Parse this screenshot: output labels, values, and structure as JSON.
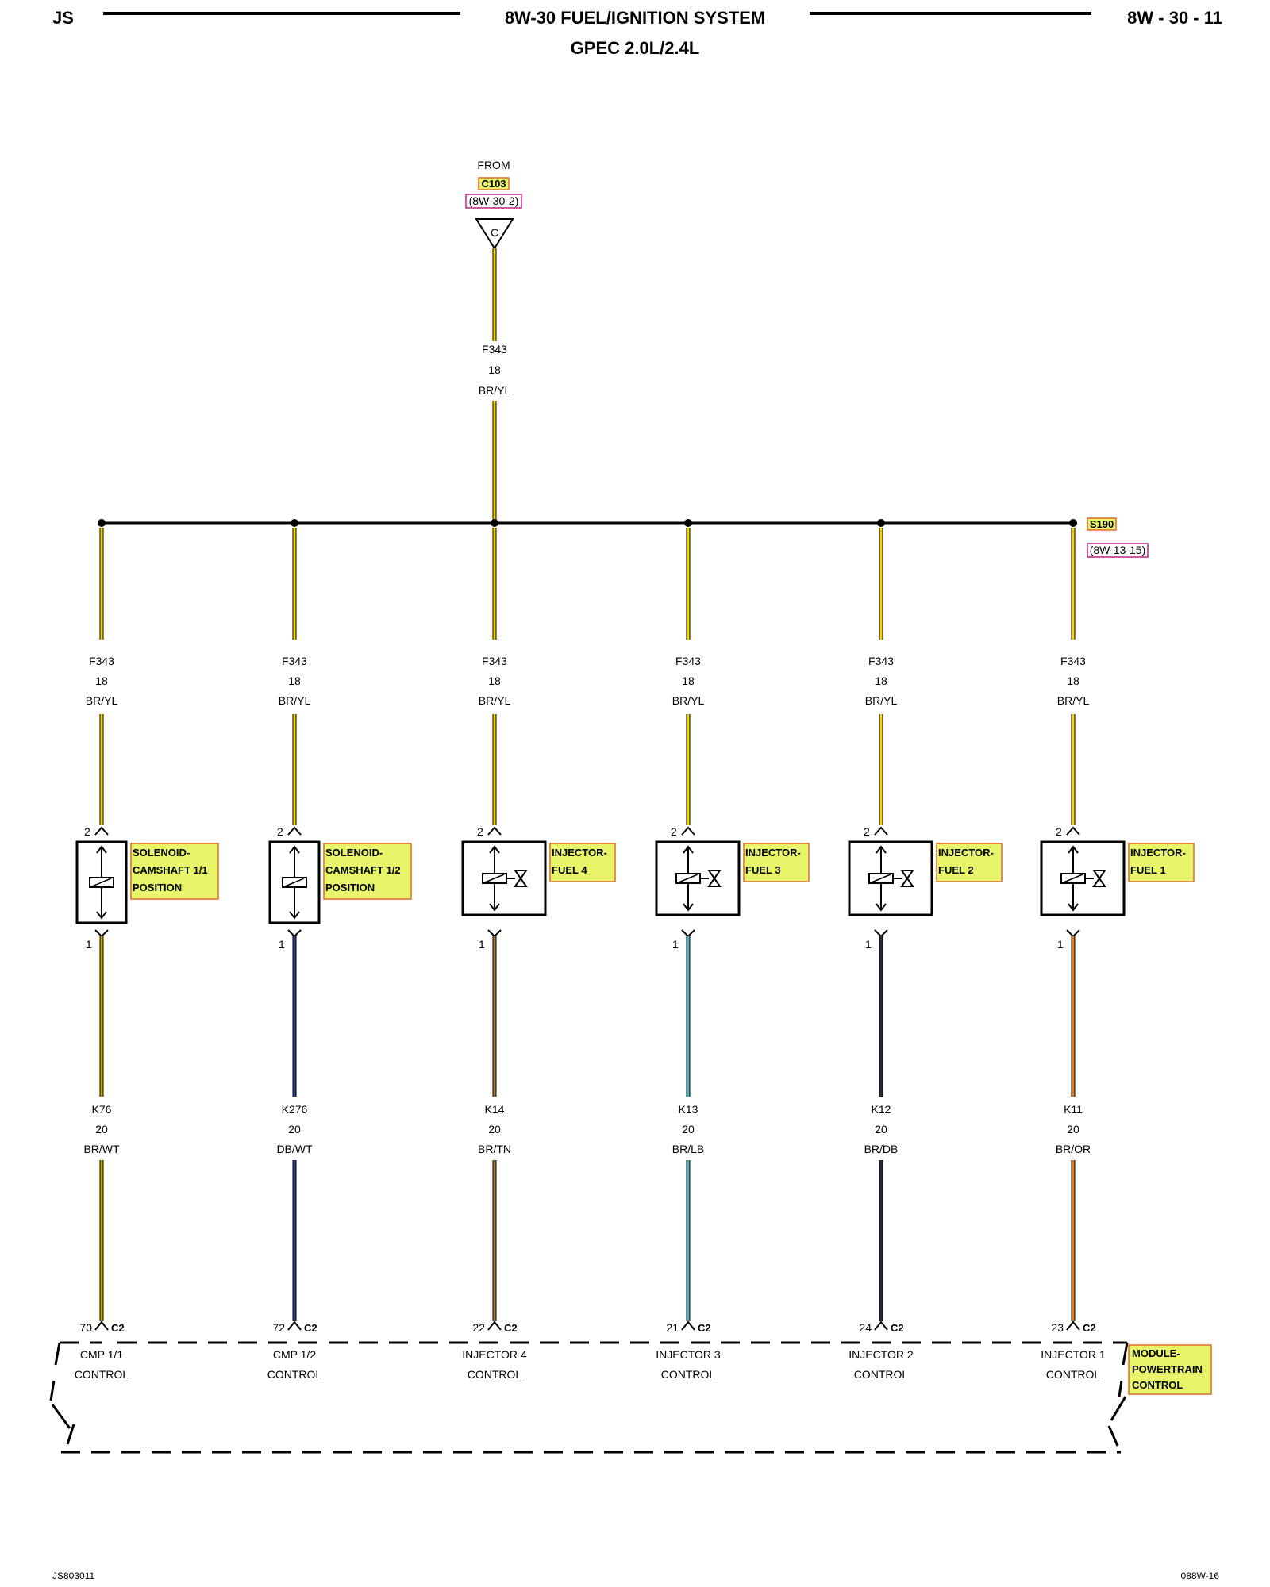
{
  "header": {
    "left": "JS",
    "title": "8W-30 FUEL/IGNITION SYSTEM",
    "subtitle": "GPEC 2.0L/2.4L",
    "page": "8W - 30 - 11"
  },
  "source": {
    "from": "FROM",
    "connector": "C103",
    "ref": "(8W-30-2)",
    "pin": "C"
  },
  "main_wire": {
    "circuit": "F343",
    "gauge": "18",
    "color": "BR/YL"
  },
  "splice": {
    "id": "S190",
    "ref": "(8W-13-15)"
  },
  "components": [
    {
      "feed": {
        "circuit": "F343",
        "gauge": "18",
        "color": "BR/YL"
      },
      "pin_top": "2",
      "pin_bottom": "1",
      "type": "solenoid",
      "label": [
        "SOLENOID-",
        "CAMSHAFT 1/1",
        "POSITION"
      ],
      "out": {
        "circuit": "K76",
        "gauge": "20",
        "color": "BR/WT"
      },
      "pcm_pin": "70",
      "conn": "C2",
      "pcm_label": [
        "CMP 1/1",
        "CONTROL"
      ],
      "wire_color": "#c8a200"
    },
    {
      "feed": {
        "circuit": "F343",
        "gauge": "18",
        "color": "BR/YL"
      },
      "pin_top": "2",
      "pin_bottom": "1",
      "type": "solenoid",
      "label": [
        "SOLENOID-",
        "CAMSHAFT 1/2",
        "POSITION"
      ],
      "out": {
        "circuit": "K276",
        "gauge": "20",
        "color": "DB/WT"
      },
      "pcm_pin": "72",
      "conn": "C2",
      "pcm_label": [
        "CMP 1/2",
        "CONTROL"
      ],
      "wire_color": "#2a3a8a"
    },
    {
      "feed": {
        "circuit": "F343",
        "gauge": "18",
        "color": "BR/YL"
      },
      "pin_top": "2",
      "pin_bottom": "1",
      "type": "injector",
      "label": [
        "INJECTOR-",
        "FUEL 4"
      ],
      "out": {
        "circuit": "K14",
        "gauge": "20",
        "color": "BR/TN"
      },
      "pcm_pin": "22",
      "conn": "C2",
      "pcm_label": [
        "INJECTOR 4",
        "CONTROL"
      ],
      "wire_color": "#a87a3a"
    },
    {
      "feed": {
        "circuit": "F343",
        "gauge": "18",
        "color": "BR/YL"
      },
      "pin_top": "2",
      "pin_bottom": "1",
      "type": "injector",
      "label": [
        "INJECTOR-",
        "FUEL 3"
      ],
      "out": {
        "circuit": "K13",
        "gauge": "20",
        "color": "BR/LB"
      },
      "pcm_pin": "21",
      "conn": "C2",
      "pcm_label": [
        "INJECTOR 3",
        "CONTROL"
      ],
      "wire_color": "#3fb6c8"
    },
    {
      "feed": {
        "circuit": "F343",
        "gauge": "18",
        "color": "BR/YL"
      },
      "pin_top": "2",
      "pin_bottom": "1",
      "type": "injector",
      "label": [
        "INJECTOR-",
        "FUEL 2"
      ],
      "out": {
        "circuit": "K12",
        "gauge": "20",
        "color": "BR/DB"
      },
      "pcm_pin": "24",
      "conn": "C2",
      "pcm_label": [
        "INJECTOR 2",
        "CONTROL"
      ],
      "wire_color": "#2a2a3a"
    },
    {
      "feed": {
        "circuit": "F343",
        "gauge": "18",
        "color": "BR/YL"
      },
      "pin_top": "2",
      "pin_bottom": "1",
      "type": "injector",
      "label": [
        "INJECTOR-",
        "FUEL 1"
      ],
      "out": {
        "circuit": "K11",
        "gauge": "20",
        "color": "BR/OR"
      },
      "pcm_pin": "23",
      "conn": "C2",
      "pcm_label": [
        "INJECTOR 1",
        "CONTROL"
      ],
      "wire_color": "#e07820"
    }
  ],
  "module": [
    "MODULE-",
    "POWERTRAIN",
    "CONTROL"
  ],
  "footer": {
    "left": "JS803011",
    "right": "088W-16"
  },
  "colors": {
    "feed_wire": "#f5d400",
    "bus": "#000000",
    "tag_fill": "#e8f56a",
    "tag_border": "#e06a2a",
    "ref_border": "#c0208a"
  }
}
